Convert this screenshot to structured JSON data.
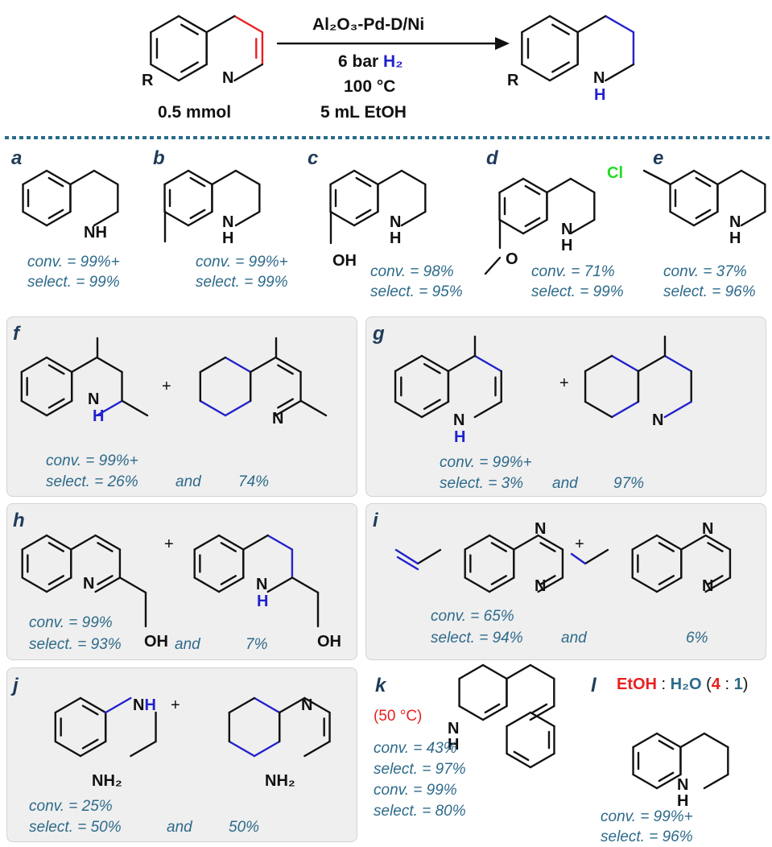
{
  "reaction": {
    "catalyst": "Al₂O₃-Pd-D/Ni",
    "pressure_value": "6 bar",
    "gas": "H₂",
    "temperature": "100 °C",
    "solvent": "5 mL EtOH",
    "amount": "0.5 mmol",
    "substituent": "R"
  },
  "atoms": {
    "N": "N",
    "H": "H",
    "NH": "NH",
    "OH": "OH",
    "Cl": "Cl",
    "NH2": "NH₂",
    "plus": "+"
  },
  "colors": {
    "reacting_bond": "#e82020",
    "new_bond": "#2222cc",
    "label": "#1f3b5a",
    "result": "#2e6a8a",
    "divider": "#2a6b8a"
  },
  "entries": [
    {
      "label": "a",
      "lines": [
        "conv.  = 99%+",
        "select. = 99%"
      ]
    },
    {
      "label": "b",
      "lines": [
        "conv.  = 99%+",
        "select. = 99%"
      ]
    },
    {
      "label": "c",
      "lines": [
        "conv.  = 98%",
        "select. = 95%"
      ]
    },
    {
      "label": "d",
      "lines": [
        "conv.  = 71%",
        "select. = 99%"
      ]
    },
    {
      "label": "e",
      "lines": [
        "conv.  = 37%",
        "select. = 96%"
      ]
    },
    {
      "label": "f",
      "lines": [
        "conv.  = 99%+",
        "select. = 26%"
      ],
      "and": "and",
      "second": "74%"
    },
    {
      "label": "g",
      "lines": [
        "conv.  = 99%+",
        "select. = 3%"
      ],
      "and": "and",
      "second": "97%"
    },
    {
      "label": "h",
      "lines": [
        "conv. = 99%",
        "select. = 93%"
      ],
      "and": "and",
      "second": "7%"
    },
    {
      "label": "i",
      "lines": [
        "conv. = 65%",
        "select. = 94%"
      ],
      "and": "and",
      "second": "6%"
    },
    {
      "label": "j",
      "lines": [
        "conv.  = 25%",
        "select. = 50%"
      ],
      "and": "and",
      "second": "50%"
    },
    {
      "label": "k",
      "note": "(50 °C)",
      "lines": [
        "conv.  = 43%",
        "select. = 97%",
        "conv.  = 99%",
        "select. = 80%"
      ]
    },
    {
      "label": "l",
      "condition": {
        "a": "EtOH",
        "sep": " : ",
        "b": "H₂O",
        "ratio_open": " (",
        "r1": "4",
        "colon": " : ",
        "r2": "1",
        "ratio_close": ")"
      },
      "lines": [
        "conv.  = 99%+",
        "select. = 96%"
      ]
    }
  ]
}
